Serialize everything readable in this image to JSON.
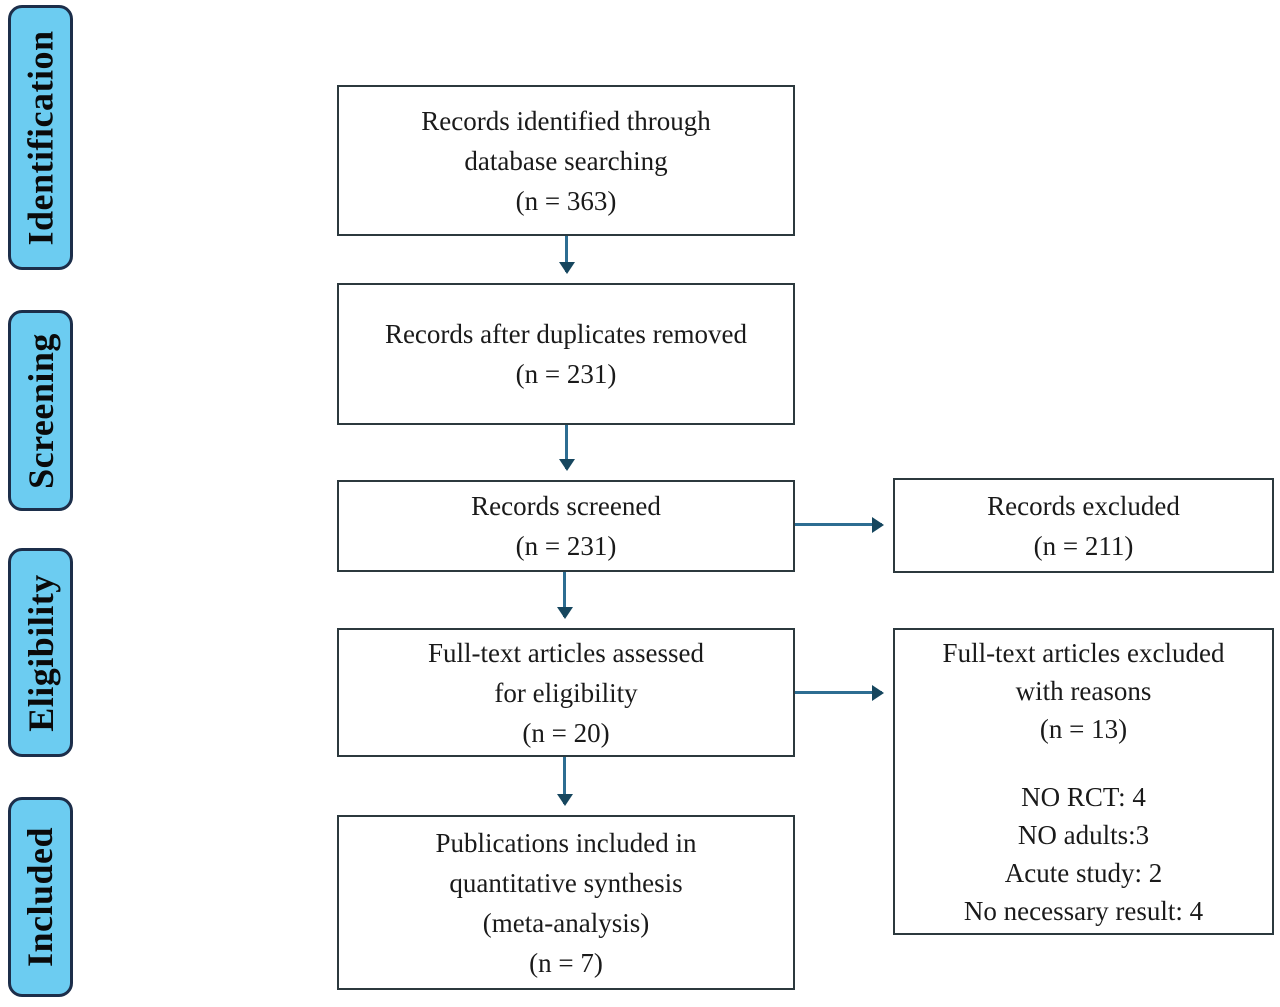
{
  "figure": {
    "type": "prisma-flow-diagram",
    "colors": {
      "stage_fill": "#6cccf1",
      "stage_border": "#1c2e4a",
      "box_border": "#2c393e",
      "arrow_line": "#2d6d92",
      "arrow_head": "#16465e",
      "text": "#1a1a1a",
      "background": "#ffffff"
    },
    "stages": [
      {
        "label": "Identification"
      },
      {
        "label": "Screening"
      },
      {
        "label": "Eligibility"
      },
      {
        "label": "Included"
      }
    ],
    "flow": [
      {
        "name": "records-identified",
        "lines": [
          "Records identified through",
          "database searching",
          "(n = 363)"
        ]
      },
      {
        "name": "duplicates-removed",
        "lines": [
          "Records after duplicates removed",
          "(n = 231)"
        ]
      },
      {
        "name": "records-screened",
        "lines": [
          "Records screened",
          "(n = 231)"
        ]
      },
      {
        "name": "fulltext-assessed",
        "lines": [
          "Full-text articles assessed",
          "for eligibility",
          "(n = 20)"
        ]
      },
      {
        "name": "included-quantitative",
        "lines": [
          "Publications included in",
          "quantitative synthesis",
          "(meta-analysis)",
          "(n = 7)"
        ]
      }
    ],
    "exclusions": [
      {
        "name": "records-excluded",
        "lines": [
          "Records excluded",
          "(n = 211)"
        ]
      },
      {
        "name": "fulltext-excluded",
        "lines": [
          "Full-text articles excluded",
          "with reasons",
          "(n = 13)"
        ],
        "reasons": [
          "NO RCT: 4",
          "NO adults:3",
          "Acute study: 2",
          "No necessary result: 4"
        ]
      }
    ]
  }
}
